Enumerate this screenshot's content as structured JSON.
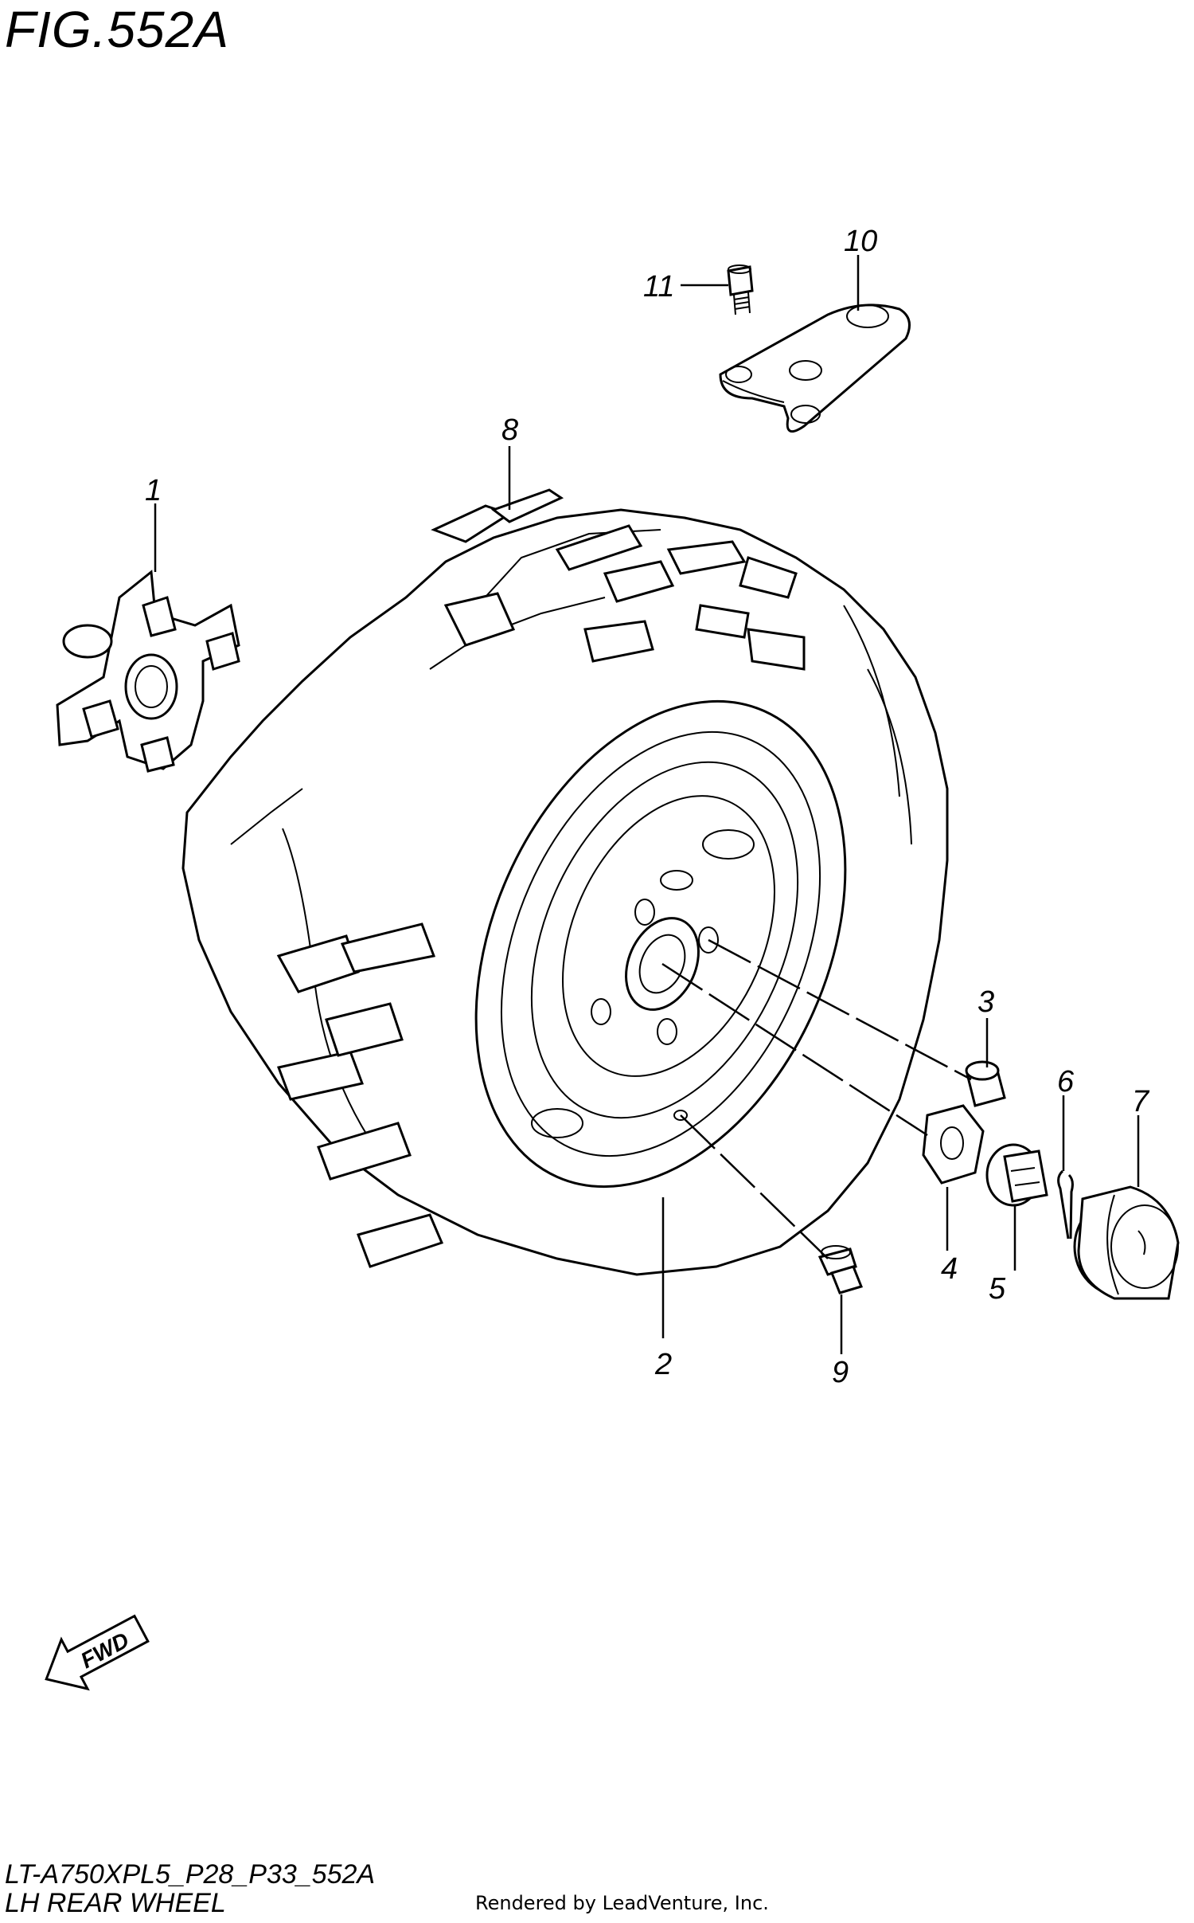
{
  "figure": {
    "title": "FIG.552A",
    "model_code": "LT-A750XPL5_P28_P33_552A",
    "section_name": "LH REAR WHEEL",
    "rendered_by": "Rendered by LeadVenture, Inc.",
    "fwd_label": "FWD"
  },
  "callouts": [
    {
      "id": "1",
      "part": "hub"
    },
    {
      "id": "2",
      "part": "wheel-rim"
    },
    {
      "id": "3",
      "part": "wheel-nut"
    },
    {
      "id": "4",
      "part": "washer"
    },
    {
      "id": "5",
      "part": "castle-nut"
    },
    {
      "id": "6",
      "part": "cotter-pin"
    },
    {
      "id": "7",
      "part": "hub-cap"
    },
    {
      "id": "8",
      "part": "tire"
    },
    {
      "id": "9",
      "part": "valve"
    },
    {
      "id": "10",
      "part": "bracket"
    },
    {
      "id": "11",
      "part": "bolt"
    }
  ]
}
